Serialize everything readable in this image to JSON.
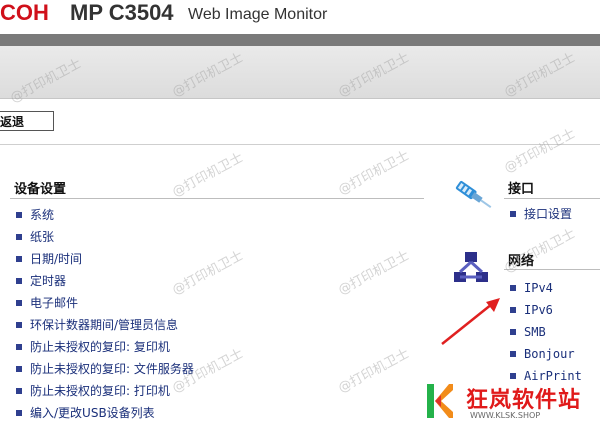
{
  "header": {
    "brand": "COH",
    "model": "MP C3504",
    "product": "Web Image Monitor"
  },
  "toolbar": {
    "back_label": "返退"
  },
  "device_settings": {
    "title": "设备设置",
    "items": [
      "系统",
      "纸张",
      "日期/时间",
      "定时器",
      "电子邮件",
      "环保计数器期间/管理员信息",
      "防止未授权的复印: 复印机",
      "防止未授权的复印: 文件服务器",
      "防止未授权的复印: 打印机",
      "编入/更改USB设备列表"
    ]
  },
  "interface": {
    "title": "接口",
    "items": [
      "接口设置"
    ]
  },
  "network": {
    "title": "网络",
    "items": [
      "IPv4",
      "IPv6",
      "SMB",
      "Bonjour",
      "AirPrint"
    ]
  },
  "watermarks": [
    "@打印机卫士",
    "@打印机卫士",
    "@打印机卫士",
    "@打印机卫士",
    "@打印机卫士",
    "@打印机卫士",
    "@打印机卫士",
    "@打印机卫士",
    "@打印机卫士",
    "@打印机卫士",
    "@打印机卫士",
    "@打印机卫士"
  ],
  "footer": {
    "brand": "狂岚软件站",
    "url": "WWW.KLSK.SHOP"
  },
  "colors": {
    "brand_red": "#d0101a",
    "link_blue": "#1a2f7a",
    "arrow_red": "#e02020"
  }
}
